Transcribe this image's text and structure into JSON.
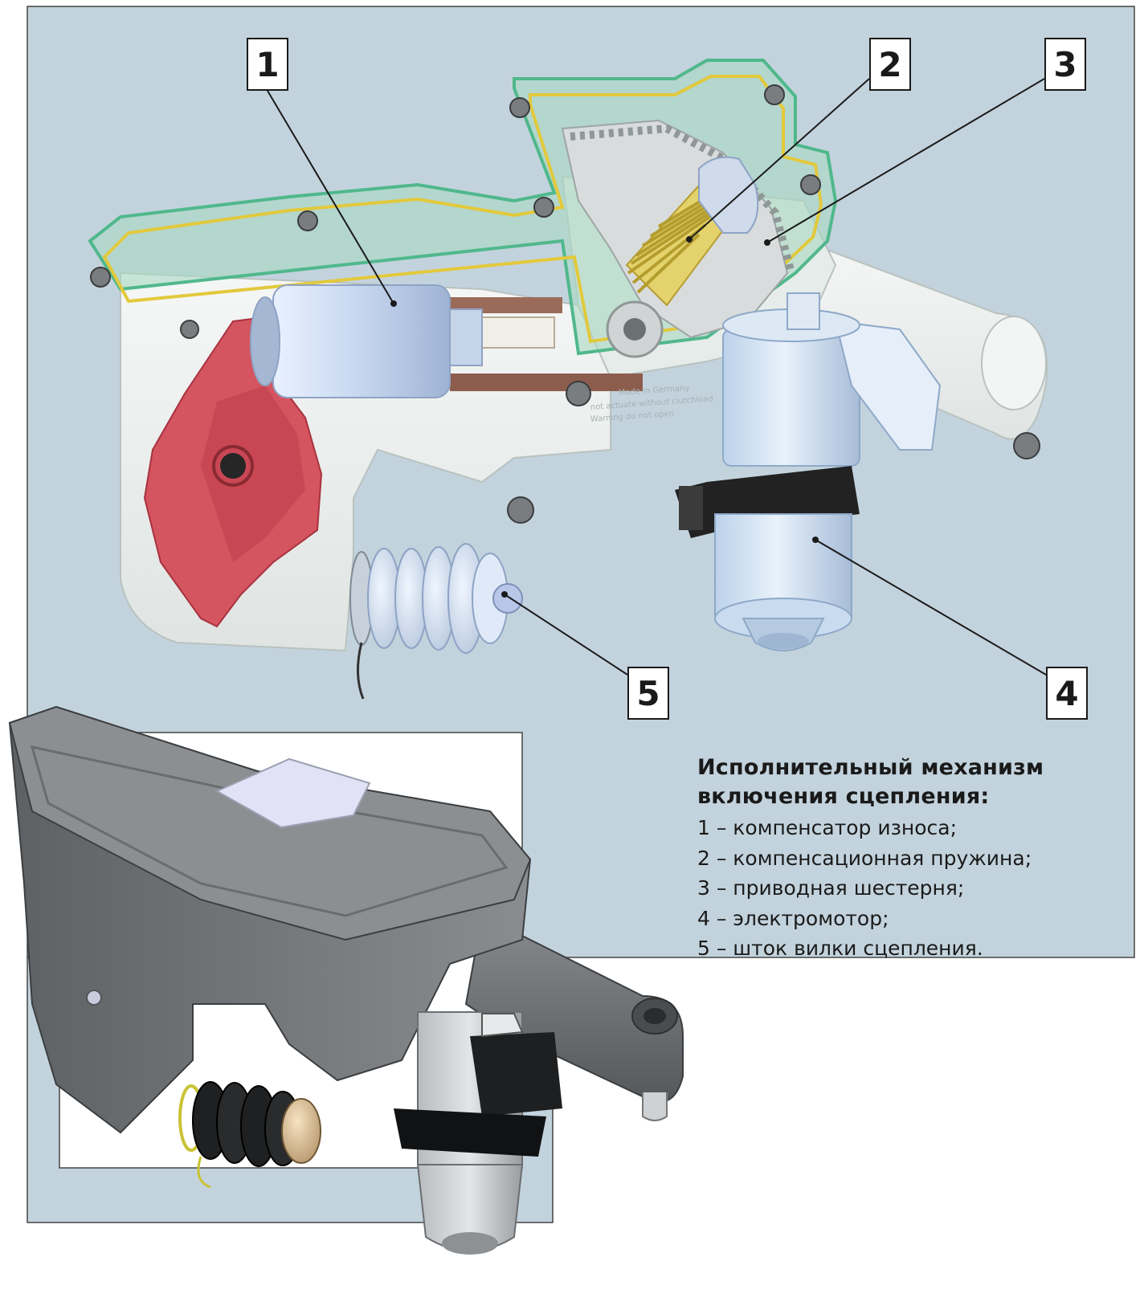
{
  "colors": {
    "panel_bg": "#c3d3dd",
    "frame": "#444444",
    "housing": "#e9ecea",
    "cover": "#a9d8c4",
    "cover_edge": "#50b88c",
    "gasket": "#e2c93c",
    "red_cam": "#d4545f",
    "motor": "#c8d6ee",
    "spring": "#e4d36c",
    "dark_body": "#6f7275",
    "clip": "#222222"
  },
  "callouts": [
    {
      "number": "1",
      "part": "компенсатор износа"
    },
    {
      "number": "2",
      "part": "компенсационная пружина"
    },
    {
      "number": "3",
      "part": "приводная шестерня"
    },
    {
      "number": "4",
      "part": "электромотор"
    },
    {
      "number": "5",
      "part": "шток вилки сцепления"
    }
  ],
  "legend": {
    "title_line1": "Исполнительный механизм",
    "title_line2": "включения сцепления:",
    "items": [
      "1 – компенсатор износа;",
      "2 – компенсационная пружина;",
      "3 – приводная шестерня;",
      "4 – электромотор;",
      "5 – шток вилки сцепления."
    ]
  },
  "casting_text": {
    "line1": "Made in Germany",
    "line2": "not actuate without clutchload",
    "line3": "Warning do not open"
  },
  "icons": {
    "bolts": "bolt-icon",
    "gear": "gear-icon"
  }
}
